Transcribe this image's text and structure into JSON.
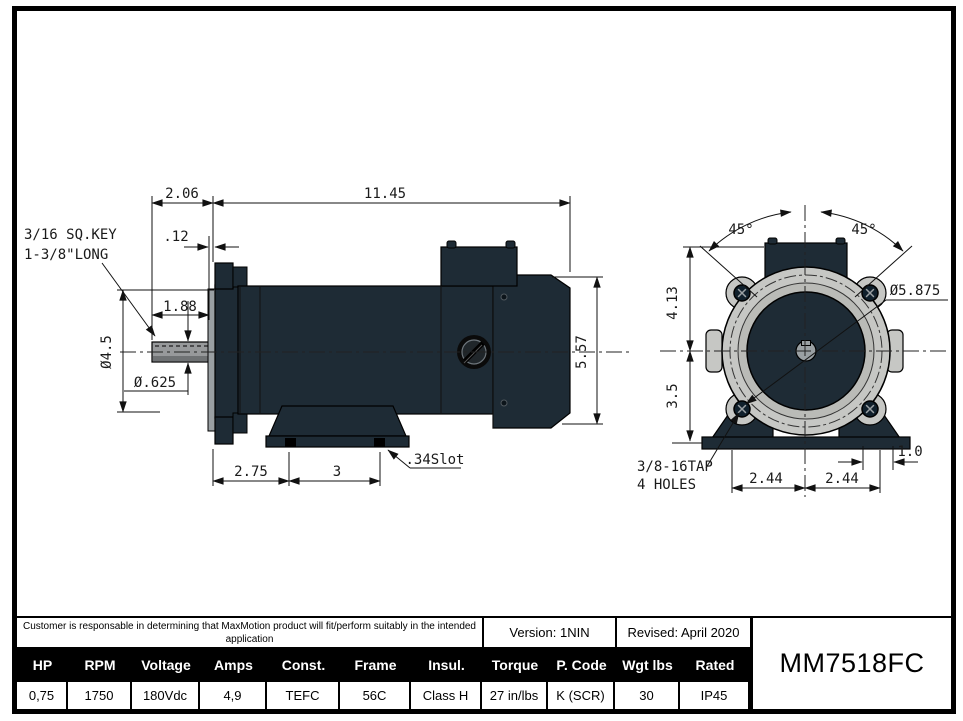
{
  "colors": {
    "motor_body": "#1E2B35",
    "flange_face": "#C6C7C4",
    "shaft_gray": "#97999B",
    "line": "#111111"
  },
  "drawing": {
    "side_view": {
      "labels": {
        "key_note_line1": "3/16 SQ.KEY",
        "key_note_line2": "1-3/8\"LONG",
        "shaft_extension": "2.06",
        "face_offset": ".12",
        "shaft_length": "1.88",
        "flange_dia": "Ø4.5",
        "shaft_dia": "Ø.625",
        "overall_length": "11.45",
        "body_height": "5.57",
        "foot_offset": "2.75",
        "foot_spacing": "3",
        "slot_note": ".34Slot"
      }
    },
    "end_view": {
      "labels": {
        "angle_left": "45°",
        "angle_right": "45°",
        "bolt_circle_dia": "Ø5.875",
        "upper_height": "4.13",
        "lower_height": "3.5",
        "tap_note_line1": "3/8-16TAP",
        "tap_note_line2": "4 HOLES",
        "foot_left": "2.44",
        "foot_right": "2.44",
        "slot_width": "1.0"
      }
    }
  },
  "title_block": {
    "disclaimer_line1": "Customer is responsable in determining that MaxMotion product will fit/perform suitably in the intended",
    "disclaimer_line2": "application",
    "version": "Version: 1NIN",
    "revised": "Revised: April 2020",
    "model": "MM7518FC",
    "columns": [
      {
        "header": "HP",
        "value": "0,75"
      },
      {
        "header": "RPM",
        "value": "1750"
      },
      {
        "header": "Voltage",
        "value": "180Vdc"
      },
      {
        "header": "Amps",
        "value": "4,9"
      },
      {
        "header": "Const.",
        "value": "TEFC"
      },
      {
        "header": "Frame",
        "value": "56C"
      },
      {
        "header": "Insul.",
        "value": "Class H"
      },
      {
        "header": "Torque",
        "value": "27 in/lbs"
      },
      {
        "header": "P. Code",
        "value": "K (SCR)"
      },
      {
        "header": "Wgt lbs",
        "value": "30"
      },
      {
        "header": "Rated",
        "value": "IP45"
      }
    ]
  }
}
